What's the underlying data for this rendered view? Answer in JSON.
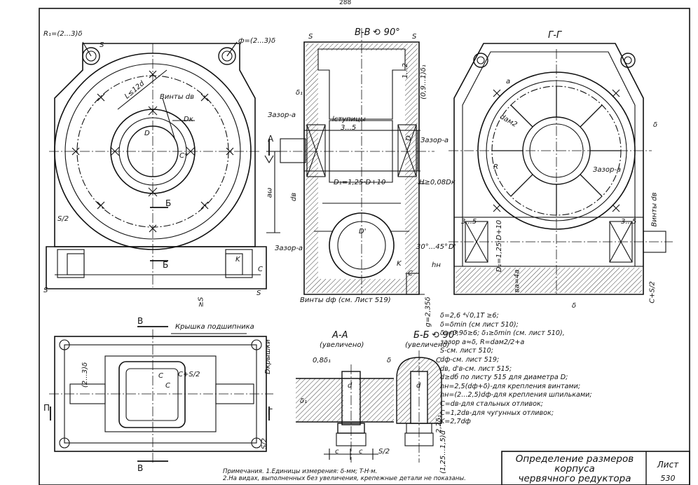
{
  "page": {
    "number": "288"
  },
  "sections": {
    "vv": "В-В ⟲ 90°",
    "gg": "Г-Г",
    "aa": "А-А",
    "aa_sub": "(увеличено)",
    "bb": "Б-Б ⟲ 90°",
    "bb_sub": "(увеличено)"
  },
  "labels": {
    "r1": "R₁=(2...3)δ",
    "phi": "ф=(2...3)δ",
    "l12d": "L≤12d",
    "screws_db": "Винты dв",
    "dk": "Dк",
    "d_small": "D",
    "c_star": "C*",
    "aw": "aω",
    "a_mark": "А",
    "b_mark": "Б",
    "v_mark": "В",
    "g_mark": "Г",
    "p_mark": "П",
    "s": "S",
    "s2": "S/2",
    "c": "C",
    "k": "K",
    "ge_s": "≥S",
    "gap_a": "Зазор-а",
    "l_hub": "lступицы",
    "range_3_5": "3...5",
    "range_1_2": "1...2",
    "range_09": "(0,9...1)δ₁",
    "delta1": "δ₁",
    "d1_formula": "D₁=1,25·D+10",
    "h_formula": "H≥0,08Dк",
    "db": "dв",
    "d_prime": "D'",
    "angle": "30°...45°",
    "hn": "hн",
    "screws_df": "Винты dф (см. Лист 519)",
    "g235": "g=2,35δ",
    "delta": "δ",
    "dam2": "dам2",
    "r_big": "R",
    "screws_db_v": "Винты dв",
    "c_s2": "C+S/2",
    "a_small": "a",
    "ba4a": "вa=4a",
    "bearing_cover": "Крышка подшипника",
    "d_cover": "Dкрышки",
    "two3delta": "(2...3)δ",
    "ddelta": "0,8δ₁",
    "d_small2": "d",
    "two_delta": "2,2δ₁",
    "one25": "(1,25...1,5)d",
    "c_cover": "c"
  },
  "formulas": [
    "δ=2,6 ⁴√0,1T ≥6;",
    "δ=δmin (см лист 510);",
    "δ₁=0,9δ≥6; δ₁≥δmin (см. лист 510),",
    "зазор a≈δ, R=dам2/2+a",
    "S-см. лист 510;",
    "dф-см. лист 519;",
    "dв, d'в-см. лист 515;",
    "d≥dб по листу 515 для диаметра D;",
    "hн=2,5(dф+δ)-для крепления винтами;",
    "hн=(2...2,5)dф-для крепления шпильками;",
    "C=dв-для стальных отливок;",
    "C=1,2dв-для чугунных отливок;",
    "K=2,7dф"
  ],
  "footnote": [
    "Примечания. 1.Единицы измерения: δ-мм; T-Н·м.",
    "2.На видах, выполненных без увеличения, крепежные детали не показаны."
  ],
  "title_block": {
    "title_lines": [
      "Определение размеров",
      "корпуса",
      "червячного редуктора"
    ],
    "sheet_label": "Лист",
    "sheet_number": "530"
  }
}
